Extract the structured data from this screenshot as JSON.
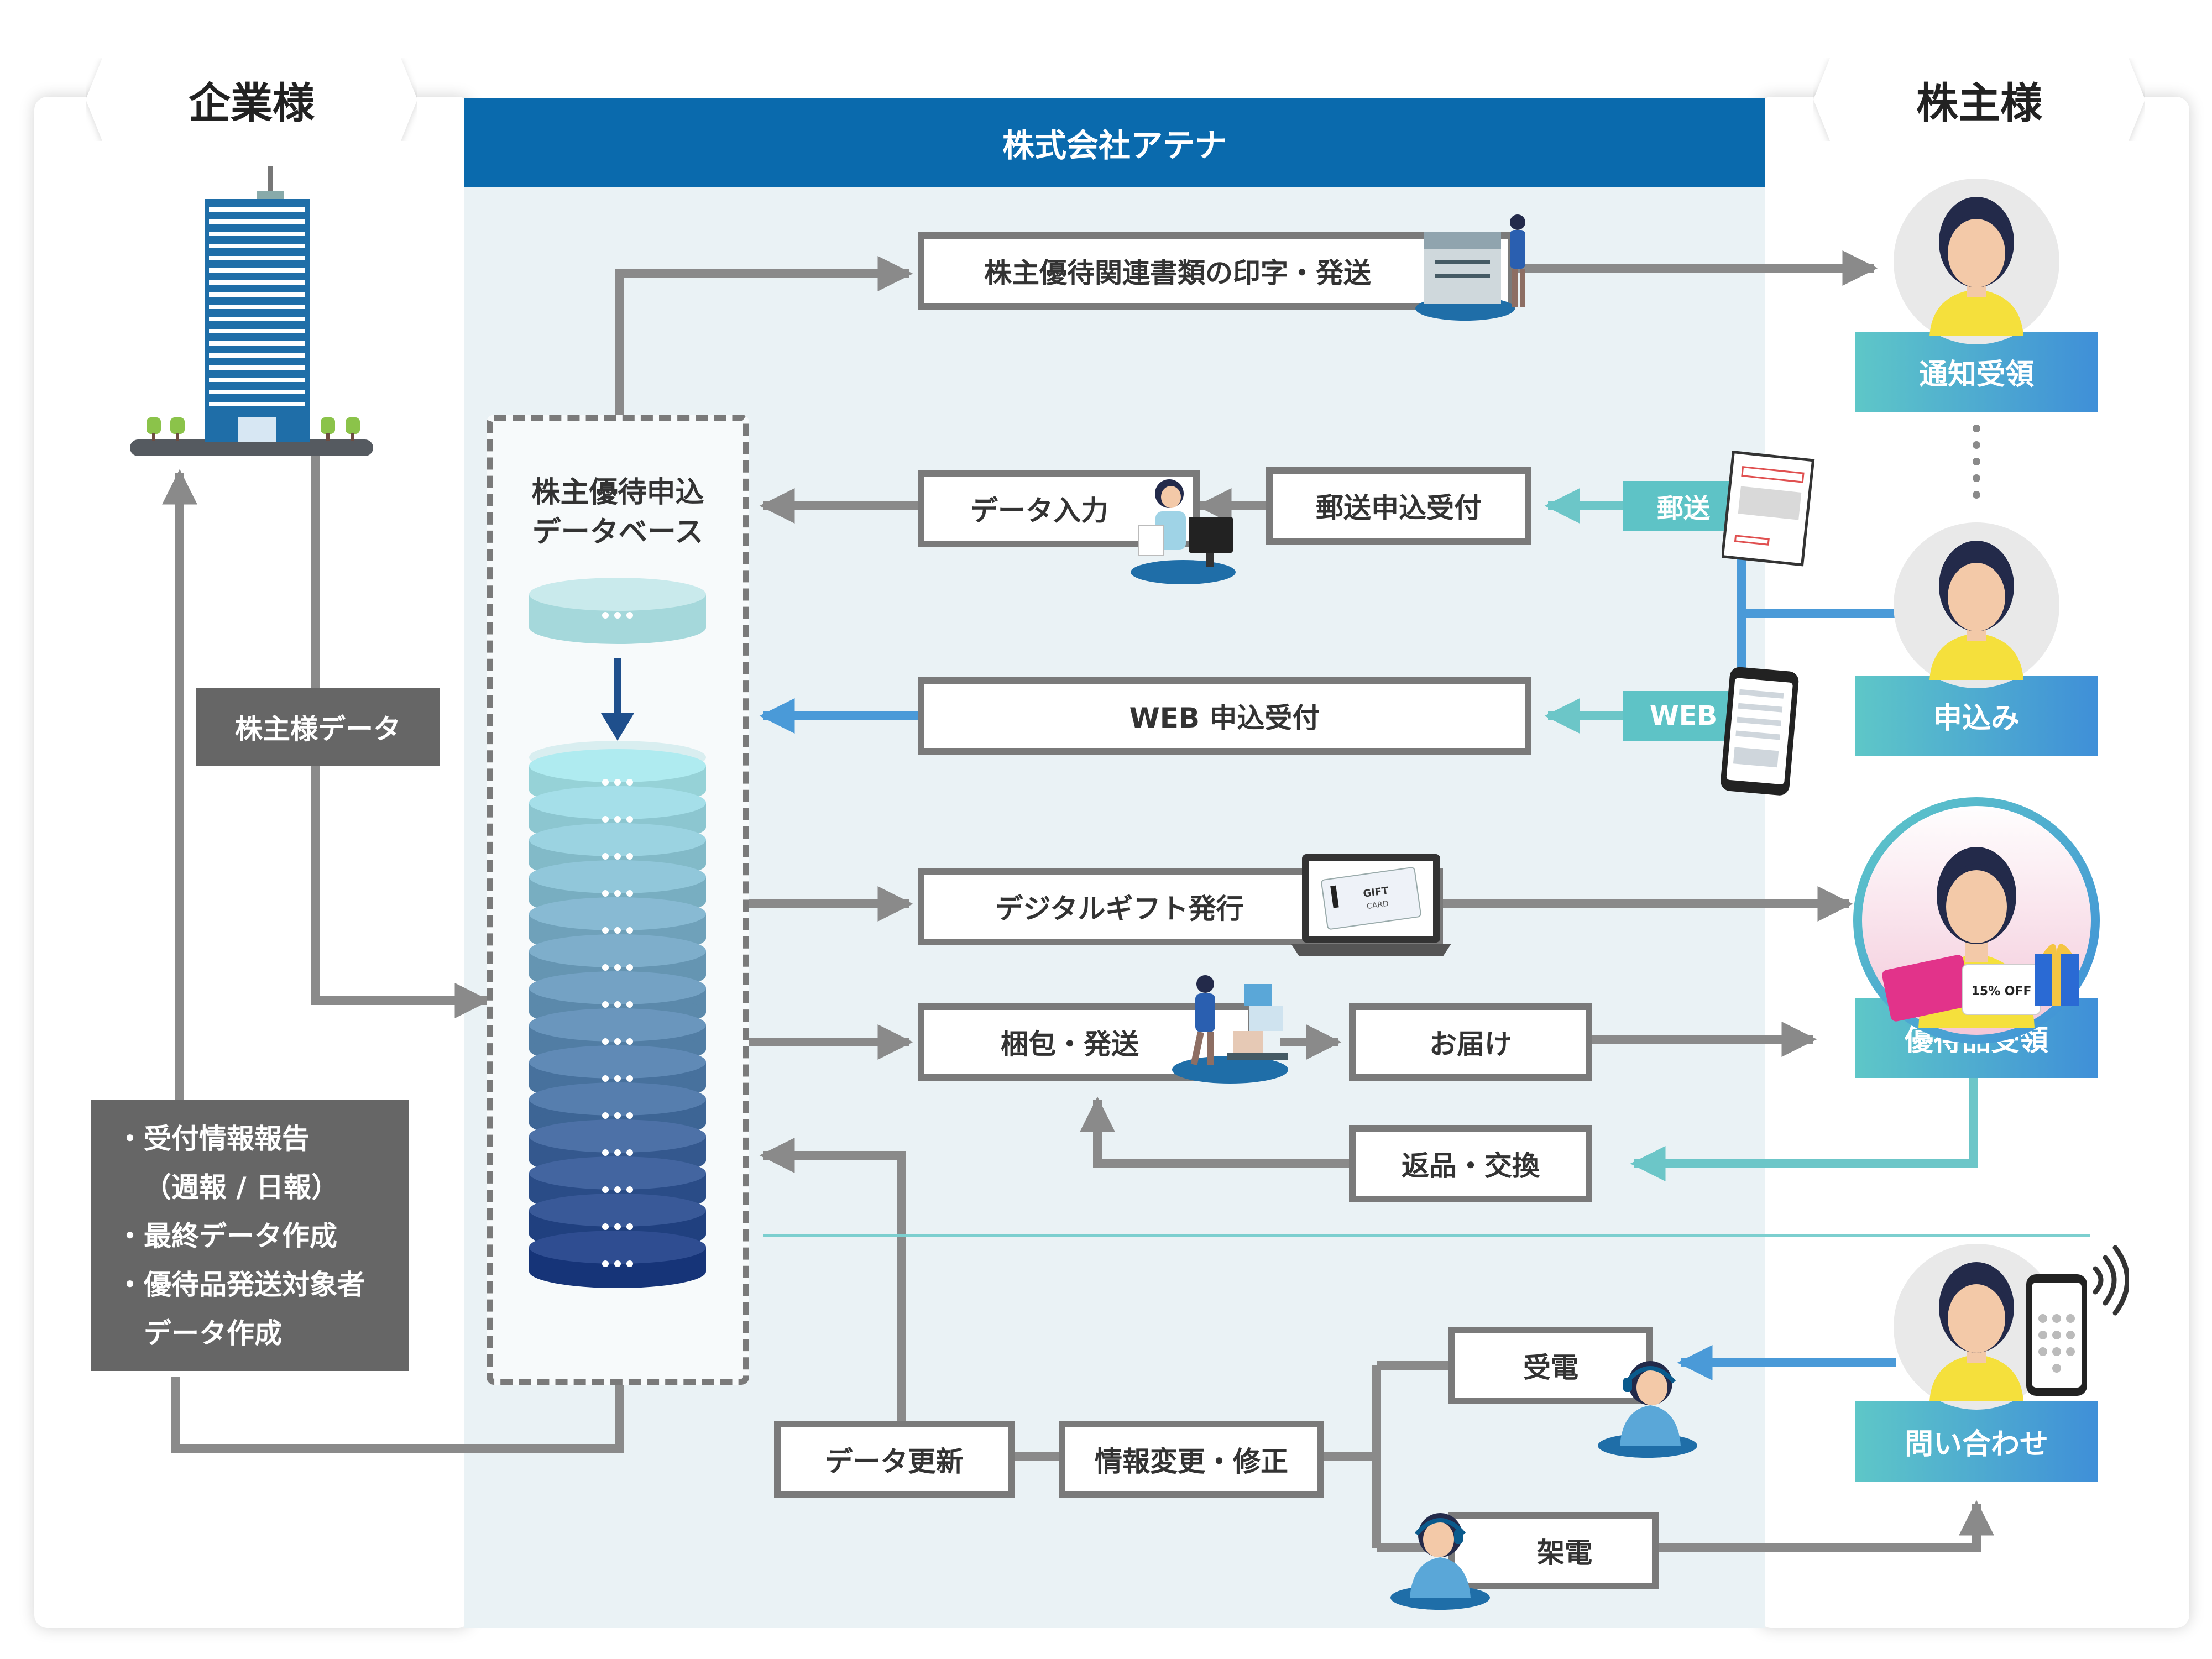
{
  "columns": {
    "left": "企業様",
    "center": "株式会社アテナ",
    "right": "株主様"
  },
  "database": {
    "label_line1": "株主優待申込",
    "label_line2": "データベース"
  },
  "left": {
    "shareholder_data": "株主様データ",
    "report_lines": [
      "・受付情報報告",
      "（週報 / 日報）",
      "・最終データ作成",
      "・優待品発送対象者",
      "データ作成"
    ]
  },
  "process": {
    "print_ship": "株主優待関連書類の印字・発送",
    "data_entry": "データ入力",
    "mail_receipt": "郵送申込受付",
    "web_receipt": "WEB 申込受付",
    "digital_gift": "デジタルギフト発行",
    "pack_ship": "梱包・発送",
    "delivery": "お届け",
    "return_exchange": "返品・交換",
    "incoming_call": "受電",
    "outgoing_call": "架電",
    "info_change": "情報変更・修正",
    "data_update": "データ更新"
  },
  "channels": {
    "mail": "郵送",
    "web": "WEB"
  },
  "shareholder": {
    "notice_received": "通知受領",
    "apply": "申込み",
    "gift_received": "優待品受領",
    "inquiry": "問い合わせ"
  },
  "gift_card": {
    "line1": "GIFT",
    "line2": "CARD"
  },
  "coupon": {
    "text": "15% OFF"
  },
  "colors": {
    "header_blue": "#0a6aad",
    "gray_arrow": "#8a8a8a",
    "teal_arrow": "#6cc6c8",
    "blue_arrow": "#4a9ad8",
    "panel_bg": "#eaf2f5",
    "dark_box": "#666666"
  }
}
